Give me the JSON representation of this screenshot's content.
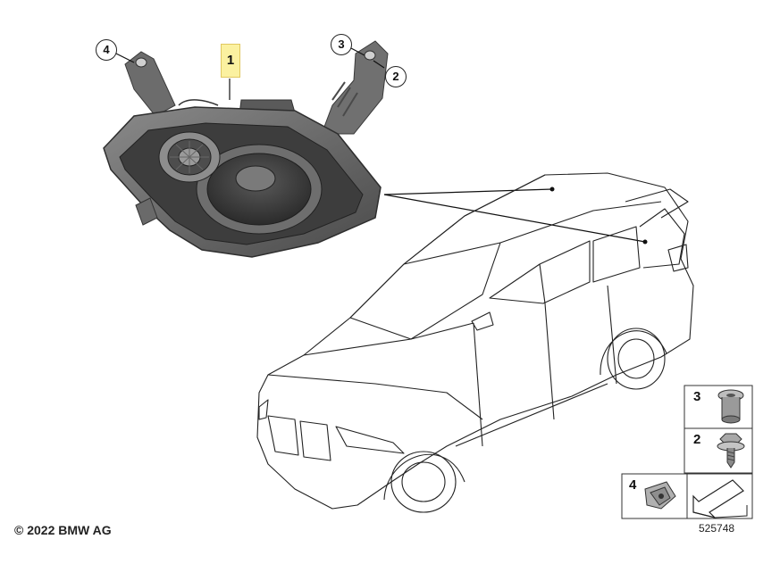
{
  "callouts": {
    "c1": "1",
    "c2": "2",
    "c3": "3",
    "c4": "4"
  },
  "parts_table": {
    "row3": "3",
    "row2": "2",
    "row4": "4"
  },
  "footer": {
    "copyright": "© 2022 BMW AG",
    "image_number": "525748"
  }
}
